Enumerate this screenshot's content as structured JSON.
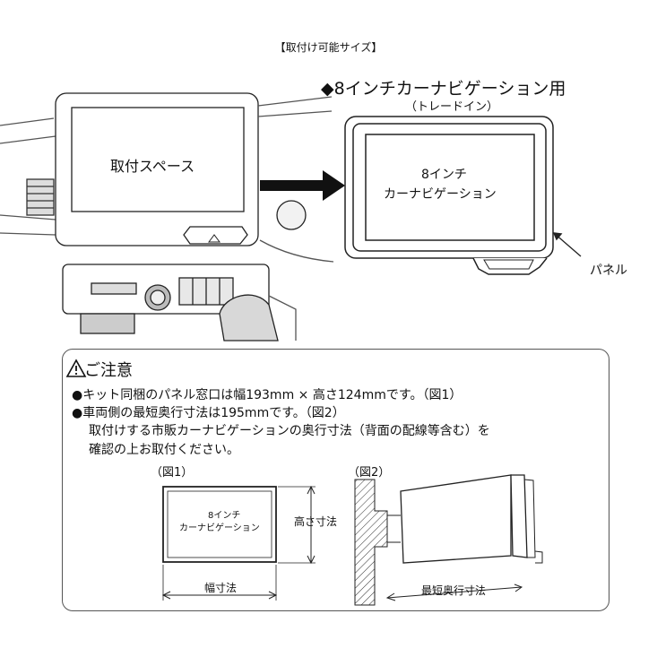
{
  "header": "【取付け可能サイズ】",
  "product": {
    "title": "◆8インチカーナビゲーション用",
    "subtitle": "（トレードイン）"
  },
  "labels": {
    "mount_space": "取付スペース",
    "navi_line1": "8インチ",
    "navi_line2": "カーナビゲーション",
    "panel": "パネル"
  },
  "caution": {
    "title": "ご注意",
    "bullet1": "●キット同梱のパネル窓口は幅193mm × 高さ124mmです。（図1）",
    "bullet2": "●車両側の最短奥行寸法は195mmです。（図2）",
    "bullet2_cont1": "取付けする市販カーナビゲーションの奥行寸法（背面の配線等含む）を",
    "bullet2_cont2": "確認の上お取付ください。"
  },
  "fig1": {
    "label": "（図1）",
    "navi_line1": "8インチ",
    "navi_line2": "カーナビゲーション",
    "height_label": "高さ寸法",
    "width_label": "幅寸法"
  },
  "fig2": {
    "label": "（図2）",
    "depth_label": "最短奥行寸法"
  }
}
